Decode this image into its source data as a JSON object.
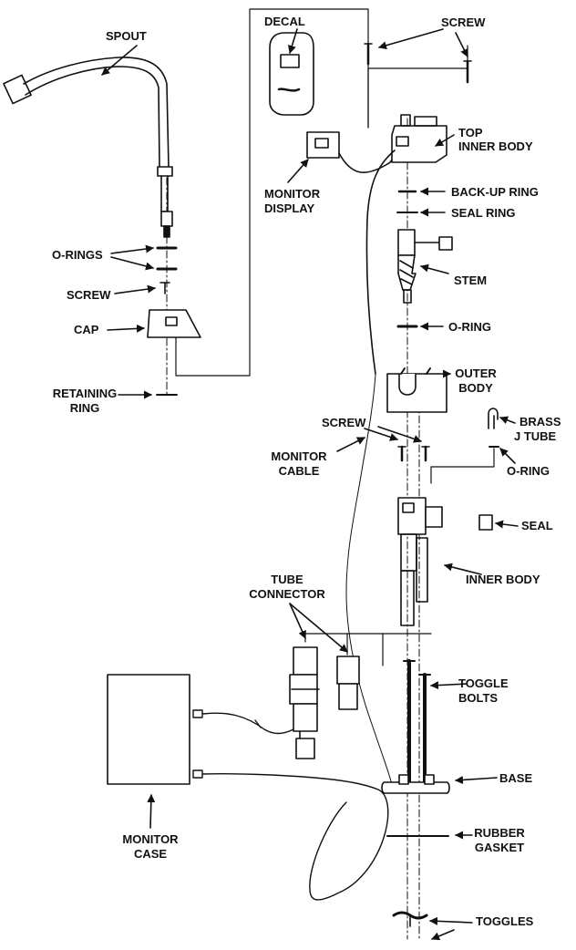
{
  "labels": {
    "spout": "SPOUT",
    "decal": "DECAL",
    "screw_top": "SCREW",
    "top_inner_body_1": "TOP",
    "top_inner_body_2": "INNER BODY",
    "monitor_display_1": "MONITOR",
    "monitor_display_2": "DISPLAY",
    "back_up_ring": "BACK-UP RING",
    "seal_ring": "SEAL RING",
    "o_rings": "O-RINGS",
    "stem": "STEM",
    "screw_left": "SCREW",
    "cap": "CAP",
    "o_ring_mid": "O-RING",
    "retaining_ring_1": "RETAINING",
    "retaining_ring_2": "RING",
    "outer_body_1": "OUTER",
    "outer_body_2": "BODY",
    "screw_mid": "SCREW",
    "brass_j_tube_1": "BRASS",
    "brass_j_tube_2": "J TUBE",
    "monitor_cable_1": "MONITOR",
    "monitor_cable_2": "CABLE",
    "o_ring_right": "O-RING",
    "seal": "SEAL",
    "inner_body": "INNER BODY",
    "tube_connector_1": "TUBE",
    "tube_connector_2": "CONNECTOR",
    "toggle_bolts_1": "TOGGLE",
    "toggle_bolts_2": "BOLTS",
    "base": "BASE",
    "monitor_case_1": "MONITOR",
    "monitor_case_2": "CASE",
    "rubber_gasket_1": "RUBBER",
    "rubber_gasket_2": "GASKET",
    "toggles": "TOGGLES"
  }
}
